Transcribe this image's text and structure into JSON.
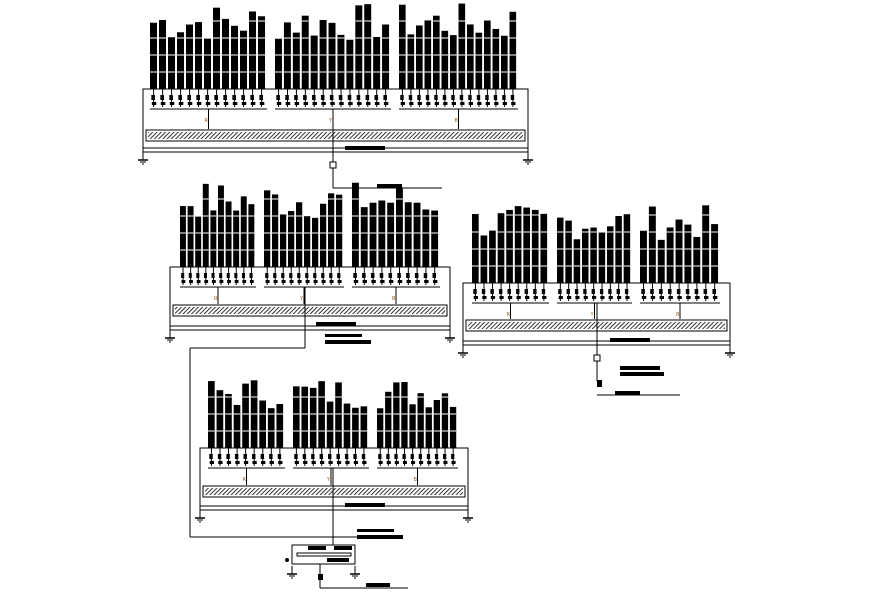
{
  "diagram": {
    "type": "electrical single line diagram",
    "colors": {
      "line": "#000000",
      "background": "#ffffff",
      "phase_label": "#a06020"
    },
    "phase_labels": [
      "R",
      "Y",
      "B"
    ],
    "panels": [
      {
        "id": "panel-1",
        "phases": [
          "R",
          "Y",
          "B"
        ]
      },
      {
        "id": "panel-2",
        "phases": [
          "R",
          "Y",
          "B"
        ]
      },
      {
        "id": "panel-3",
        "phases": [
          "R",
          "Y",
          "B"
        ]
      },
      {
        "id": "panel-4",
        "phases": [
          "R",
          "Y",
          "B"
        ]
      }
    ]
  }
}
